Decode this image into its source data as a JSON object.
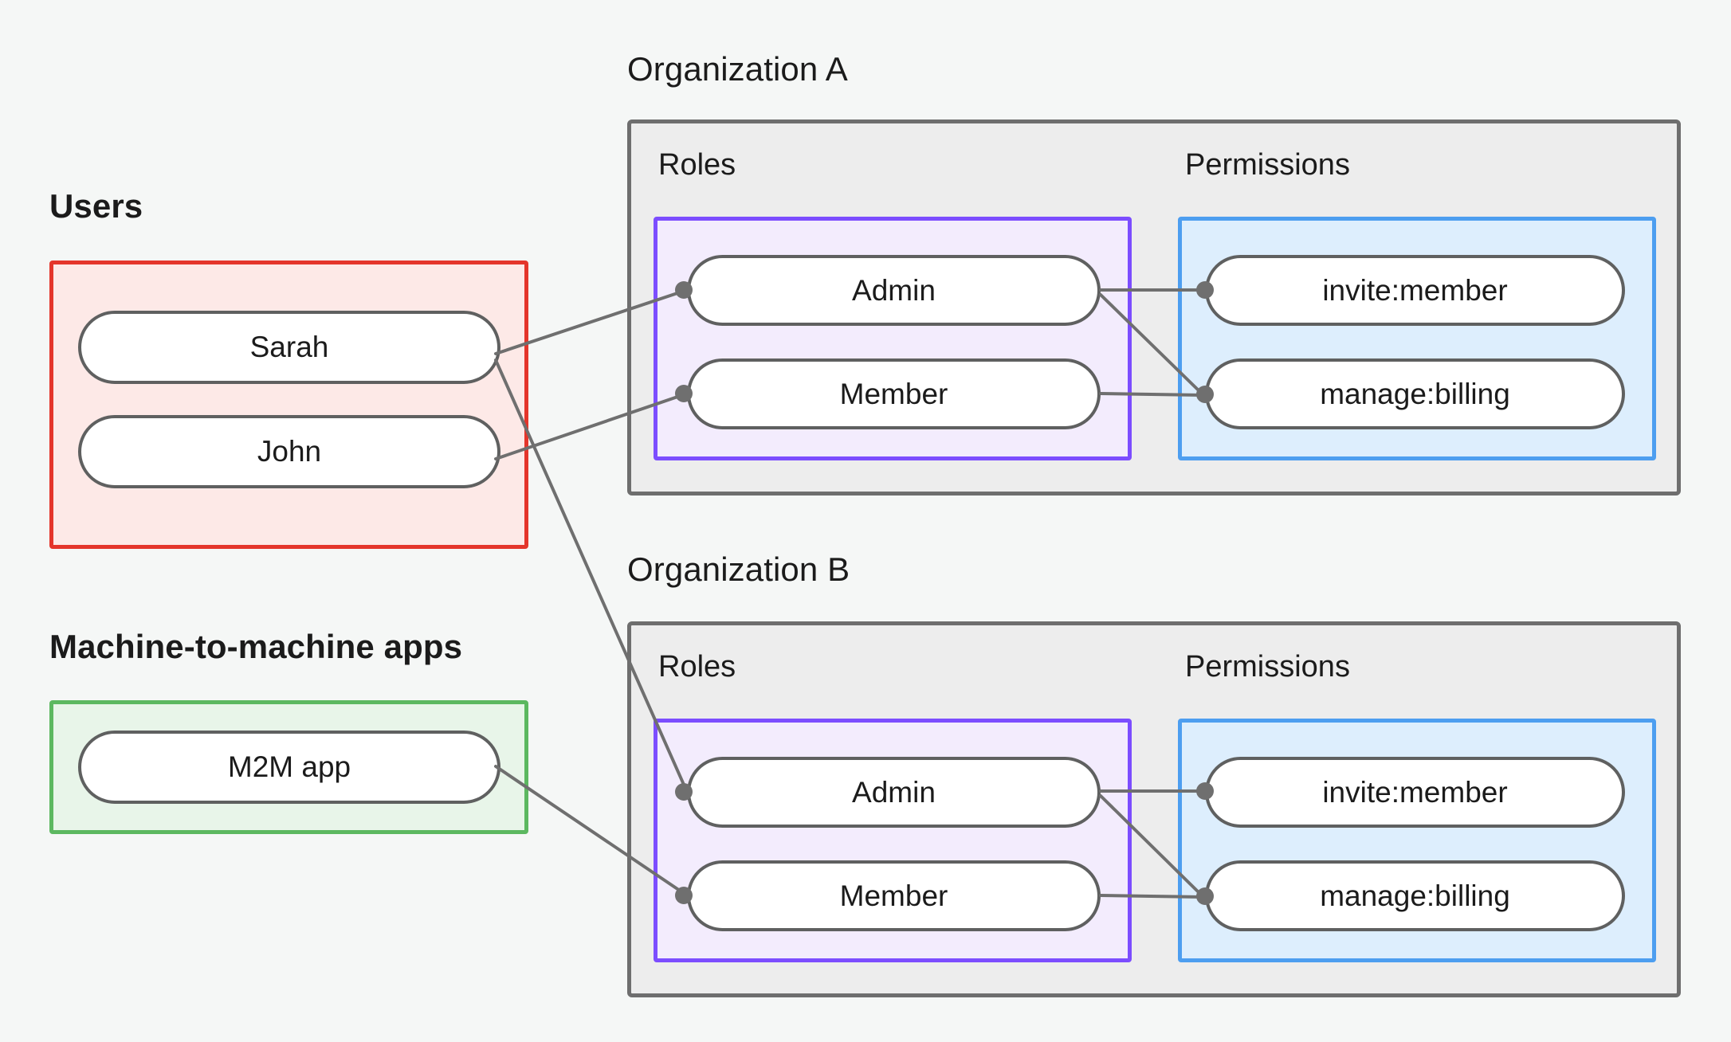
{
  "diagram": {
    "title_users": "Users",
    "title_m2m": "Machine-to-machine apps",
    "colors": {
      "background": "#f5f7f6",
      "users_border": "#e4352b",
      "users_fill": "#fde9e7",
      "m2m_border": "#5cb860",
      "m2m_fill": "#e8f5e9",
      "org_border": "#6e6e6e",
      "org_fill": "#ededed",
      "roles_border": "#7c4dff",
      "roles_fill": "#f3ecfd",
      "perms_border": "#4d9ef0",
      "perms_fill": "#ddeefd",
      "node_border": "#5f6060",
      "node_fill": "#ffffff",
      "edge": "#6f6f6f"
    },
    "users": [
      {
        "label": "Sarah"
      },
      {
        "label": "John"
      }
    ],
    "m2m_apps": [
      {
        "label": "M2M app"
      }
    ],
    "organizations": [
      {
        "name": "Organization A",
        "roles_label": "Roles",
        "permissions_label": "Permissions",
        "roles": [
          {
            "label": "Admin"
          },
          {
            "label": "Member"
          }
        ],
        "permissions": [
          {
            "label": "invite:member"
          },
          {
            "label": "manage:billing"
          }
        ]
      },
      {
        "name": "Organization B",
        "roles_label": "Roles",
        "permissions_label": "Permissions",
        "roles": [
          {
            "label": "Admin"
          },
          {
            "label": "Member"
          }
        ],
        "permissions": [
          {
            "label": "invite:member"
          },
          {
            "label": "manage:billing"
          }
        ]
      }
    ],
    "edges": [
      {
        "from": "Sarah",
        "to": "Organization A / Admin"
      },
      {
        "from": "Sarah",
        "to": "Organization B / Admin"
      },
      {
        "from": "John",
        "to": "Organization A / Member"
      },
      {
        "from": "Organization A / Admin",
        "to": "Organization A / invite:member"
      },
      {
        "from": "Organization A / Admin",
        "to": "Organization A / manage:billing"
      },
      {
        "from": "Organization A / Member",
        "to": "Organization A / manage:billing"
      },
      {
        "from": "M2M app",
        "to": "Organization B / Member"
      },
      {
        "from": "Organization B / Admin",
        "to": "Organization B / invite:member"
      },
      {
        "from": "Organization B / Admin",
        "to": "Organization B / manage:billing"
      },
      {
        "from": "Organization B / Member",
        "to": "Organization B / manage:billing"
      }
    ]
  }
}
